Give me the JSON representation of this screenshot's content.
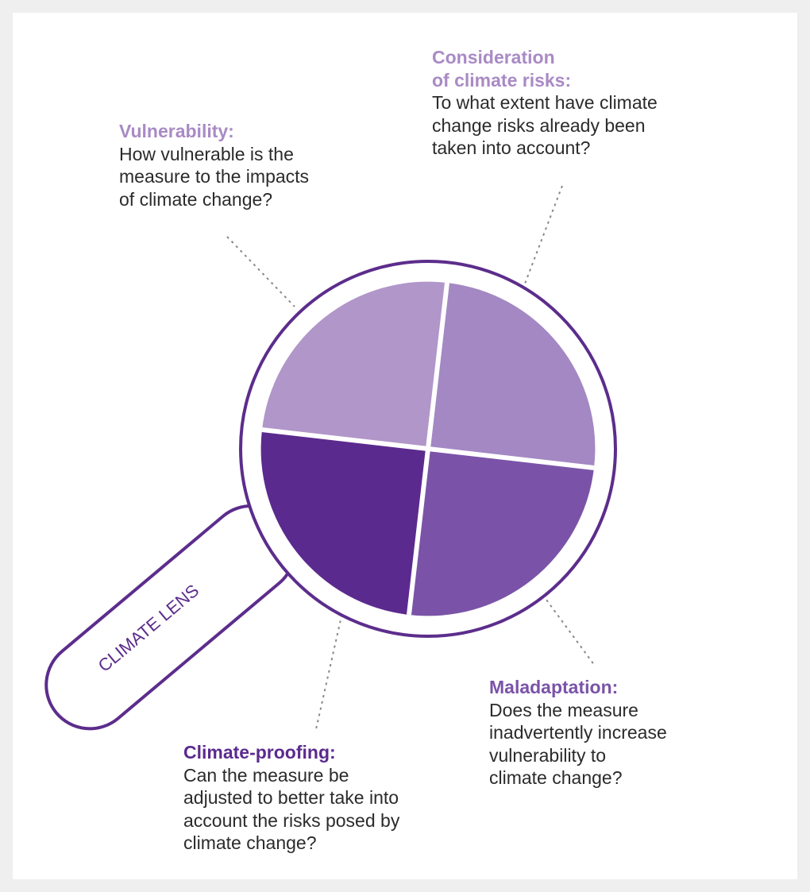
{
  "colors": {
    "background": "#ffffff",
    "page_margin": "#efefef",
    "outline": "#5c2d8c",
    "leader_line": "#888888",
    "text": "#2b2b2b",
    "quadrant_top_left": "#b196c9",
    "quadrant_top_right": "#a388c4",
    "quadrant_bottom_left": "#5b2a8e",
    "quadrant_bottom_right": "#7a53a8"
  },
  "lens_label": "CLIMATE LENS",
  "vulnerability": {
    "color": "#a98ac5",
    "title_lines": [
      "Vulnerability:"
    ],
    "body_lines": [
      "How vulnerable is the",
      "measure to the impacts",
      "of climate change?"
    ]
  },
  "consideration": {
    "color": "#a98ac5",
    "title_lines": [
      "Consideration",
      "of climate risks:"
    ],
    "body_lines": [
      "To what extent have climate",
      "change risks already been",
      "taken into account?"
    ]
  },
  "maladaptation": {
    "color": "#7a53a8",
    "title_lines": [
      "Maladaptation:"
    ],
    "body_lines": [
      "Does the measure",
      "inadvertently increase",
      "vulnerability to",
      "climate change?"
    ]
  },
  "climate_proofing": {
    "color": "#5b2a8e",
    "title_lines": [
      "Climate-proofing:"
    ],
    "body_lines": [
      "Can the measure be",
      "adjusted to better take into",
      "account the risks posed by",
      "climate change?"
    ]
  }
}
